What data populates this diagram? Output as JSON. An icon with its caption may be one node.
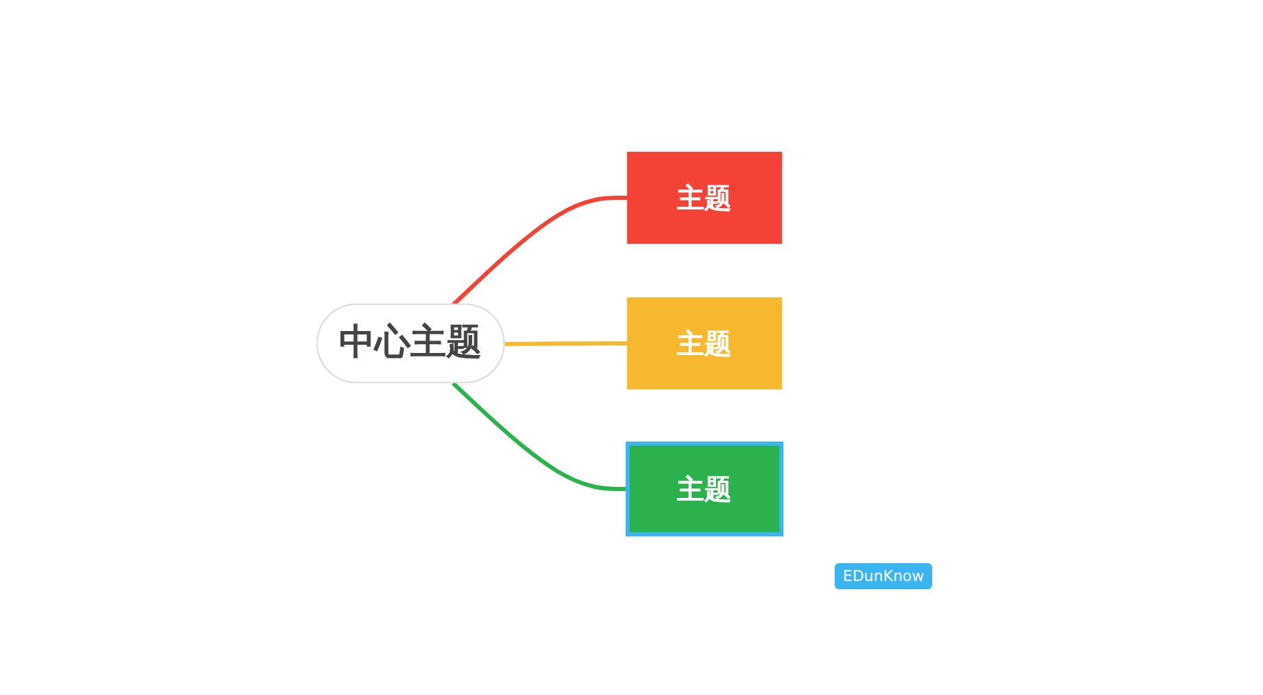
{
  "diagram": {
    "nodes": [
      {
        "text": [
          "中心主题"
        ]
      },
      {
        "text": [
          "主题"
        ]
      },
      {
        "text": [
          "主题"
        ]
      },
      {
        "text": [
          "主题"
        ]
      }
    ],
    "edges": [
      {
        "from": 0,
        "to": 1,
        "arrow": "none",
        "color": "#f44336"
      },
      {
        "from": 0,
        "to": 2,
        "arrow": "none",
        "color": "#f5b82e"
      },
      {
        "from": 0,
        "to": 3,
        "arrow": "none",
        "color": "#2bb24c"
      }
    ],
    "labels": [
      "EDunKnow"
    ]
  }
}
